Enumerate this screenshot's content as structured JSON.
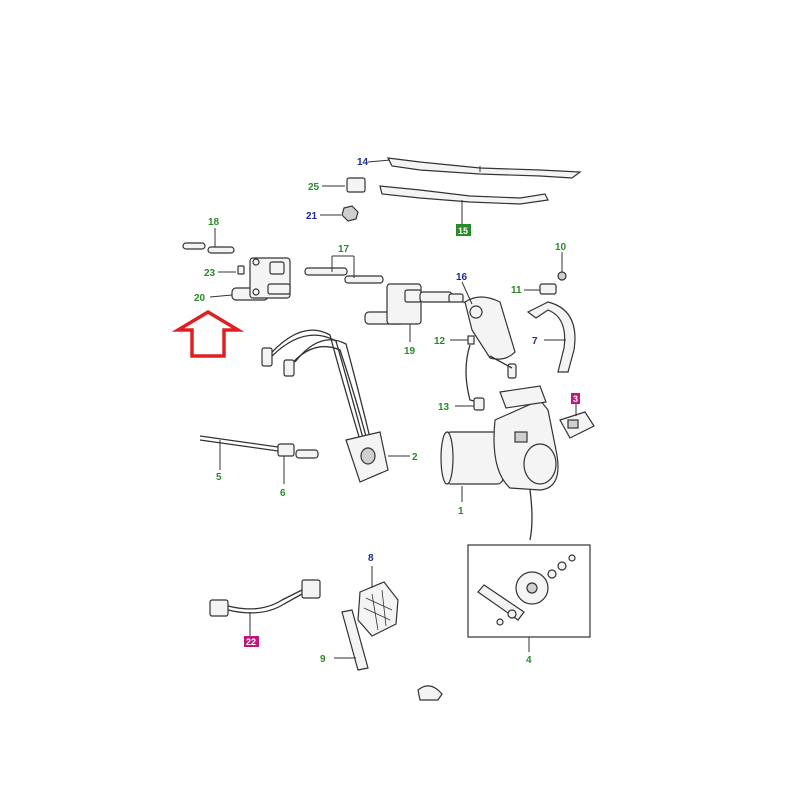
{
  "callouts": {
    "c1": "1",
    "c2": "2",
    "c4": "4",
    "c5": "5",
    "c6": "6",
    "c7": "7",
    "c8": "8",
    "c9": "9",
    "c10": "10",
    "c11": "11",
    "c12": "12",
    "c13": "13",
    "c14": "14",
    "c16": "16",
    "c17": "17",
    "c18": "18",
    "c19": "19",
    "c20": "20",
    "c21": "21",
    "c23": "23",
    "c25": "25"
  },
  "boxed": {
    "b15": "15",
    "b3": "3",
    "b22": "22"
  },
  "colors": {
    "label_green": "#2a8a2a",
    "label_blue": "#1a2a9a",
    "highlight_magenta": "#c0187a",
    "arrow_red": "#e02020"
  },
  "icons": {
    "pointer": "red-outline-arrow-up-icon"
  }
}
